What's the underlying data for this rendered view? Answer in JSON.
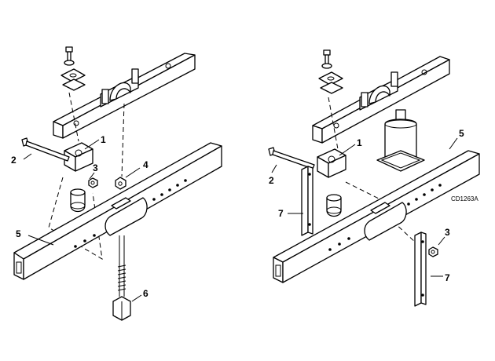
{
  "left_view": {
    "callouts": [
      "1",
      "2",
      "3",
      "4",
      "5",
      "6"
    ]
  },
  "right_view": {
    "callouts": [
      "1",
      "2",
      "3",
      "5",
      "7",
      "7"
    ],
    "figure_code": "CD1263A"
  }
}
